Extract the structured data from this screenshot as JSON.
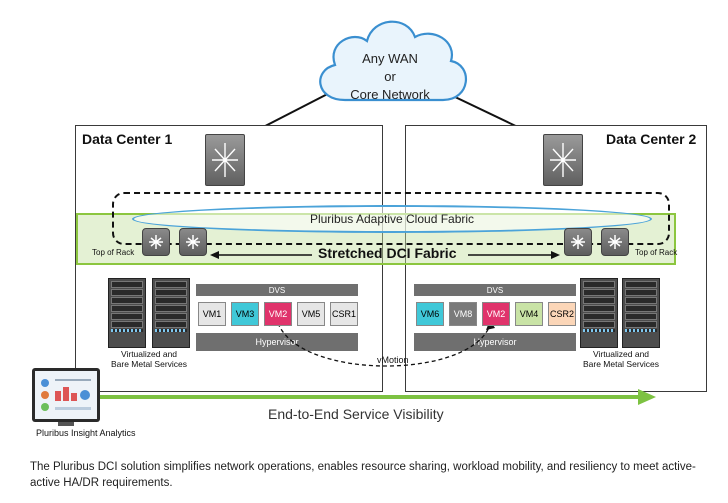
{
  "cloud": {
    "line1": "Any WAN",
    "line2": "or",
    "line3": "Core Network"
  },
  "data_centers": {
    "dc1": {
      "title": "Data Center 1"
    },
    "dc2": {
      "title": "Data Center 2"
    }
  },
  "fabric": {
    "ellipse_label": "Pluribus Adaptive Cloud Fabric",
    "stretched_label": "Stretched DCI Fabric",
    "tor_left": "Top of Rack",
    "tor_right": "Top of Rack"
  },
  "racks": {
    "left_label_line1": "Virtualized and",
    "left_label_line2": "Bare Metal  Services",
    "right_label_line1": "Virtualized and",
    "right_label_line2": "Bare Metal  Services"
  },
  "host_left": {
    "dvs": "DVS",
    "hypervisor": "Hypervisor",
    "vms": [
      {
        "name": "VM1",
        "color": "#e6e6e6"
      },
      {
        "name": "VM3",
        "color": "#40c8d8"
      },
      {
        "name": "VM2",
        "color": "#e0336b"
      },
      {
        "name": "VM5",
        "color": "#e6e6e6"
      },
      {
        "name": "CSR1",
        "color": "#e6e6e6"
      }
    ]
  },
  "host_right": {
    "dvs": "DVS",
    "hypervisor": "Hypervisor",
    "vms": [
      {
        "name": "VM6",
        "color": "#40c8d8"
      },
      {
        "name": "VM8",
        "color": "#7a7a7a"
      },
      {
        "name": "VM2",
        "color": "#e0336b"
      },
      {
        "name": "VM4",
        "color": "#c9e3a6"
      },
      {
        "name": "CSR2",
        "color": "#fbd6b8"
      }
    ]
  },
  "vmotion": "vMotion",
  "visibility_label": "End-to-End Service Visibility",
  "analytics_label": "Pluribus Insight Analytics",
  "caption": "The Pluribus DCI solution simplifies network operations, enables resource sharing, workload mobility, and resiliency to meet active-active HA/DR requirements.",
  "colors": {
    "fabric_green": "#8cc63f",
    "fabric_blue": "#4ba3d9",
    "arrow_green": "#7dc242"
  }
}
